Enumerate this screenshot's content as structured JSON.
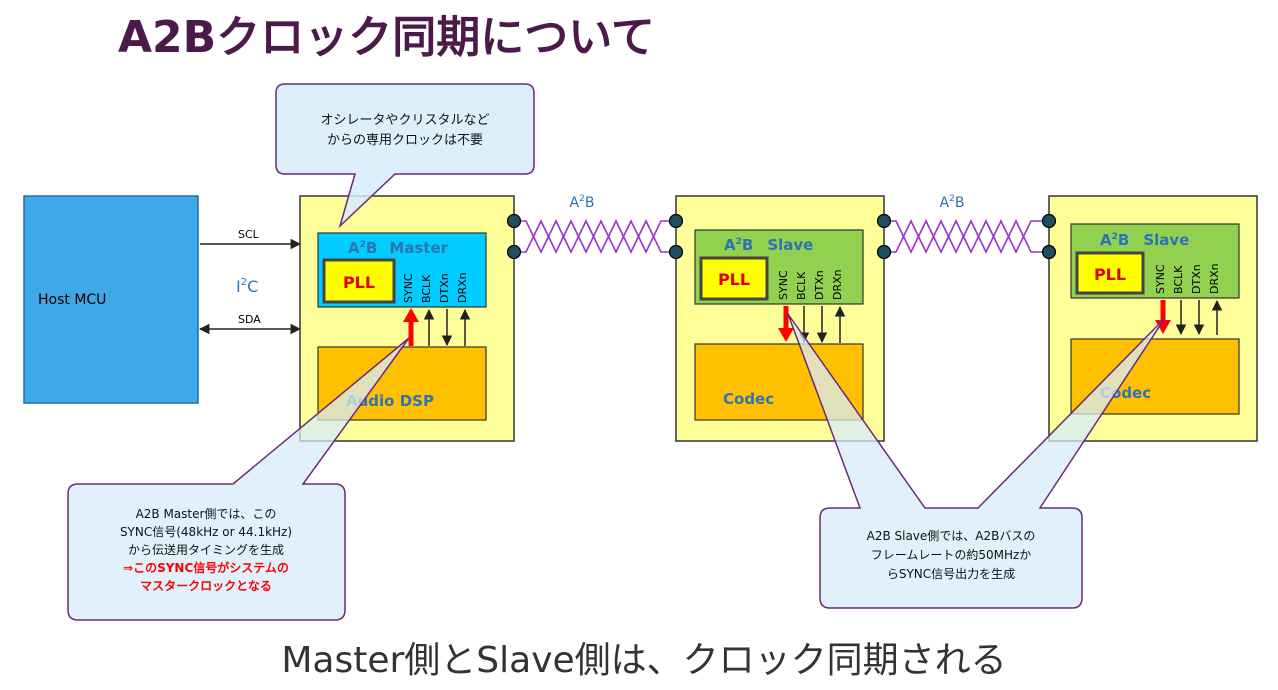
{
  "title": "A2Bクロック同期について",
  "footer": "Master側とSlave側は、クロック同期される",
  "colors": {
    "title": "#4b1a4b",
    "host_fill": "#3fa9e8",
    "board_fill": "#ffff99",
    "master_chip": "#00ccff",
    "slave_chip": "#92d050",
    "pll_fill": "#ffff00",
    "pll_text": "#e00000",
    "dsp_fill": "#ffc000",
    "callout_fill": "#d6ecfa",
    "callout_border": "#6b2a7a",
    "twist": "#9933cc",
    "accent_text": "#2e74b5",
    "sync_arrow": "#ff0000",
    "highlight_text": "#ff0000"
  },
  "host": {
    "label": "Host MCU"
  },
  "bus": {
    "scl": "SCL",
    "sda": "SDA",
    "i2c_main": "I",
    "i2c_sup": "2",
    "i2c_tail": "C"
  },
  "link": {
    "main": "A",
    "sup": "2",
    "tail": "B"
  },
  "chip_prefix": {
    "main": "A",
    "sup": "2",
    "tail": "B"
  },
  "master": {
    "role": "Master",
    "pll": "PLL",
    "pins": [
      "SYNC",
      "BCLK",
      "DTXn",
      "DRXn"
    ],
    "sub": "Audio DSP"
  },
  "slave1": {
    "role": "Slave",
    "pll": "PLL",
    "pins": [
      "SYNC",
      "BCLK",
      "DTXn",
      "DRXn"
    ],
    "sub": "Codec"
  },
  "slave2": {
    "role": "Slave",
    "pll": "PLL",
    "pins": [
      "SYNC",
      "BCLK",
      "DTXn",
      "DRXn"
    ],
    "sub": "Codec"
  },
  "callout_top": {
    "line1": "オシレータやクリスタルなど",
    "line2": "からの専用クロックは不要"
  },
  "callout_master": {
    "line1": "A2B Master側では、この",
    "line2": "SYNC信号(48kHz or 44.1kHz)",
    "line3": "から伝送用タイミングを生成",
    "line4": "⇒このSYNC信号がシステムの",
    "line5": "マスタークロックとなる"
  },
  "callout_slave": {
    "line1": "A2B Slave側では、A2Bバスの",
    "line2": "フレームレートの約50MHzか",
    "line3": "らSYNC信号出力を生成"
  }
}
